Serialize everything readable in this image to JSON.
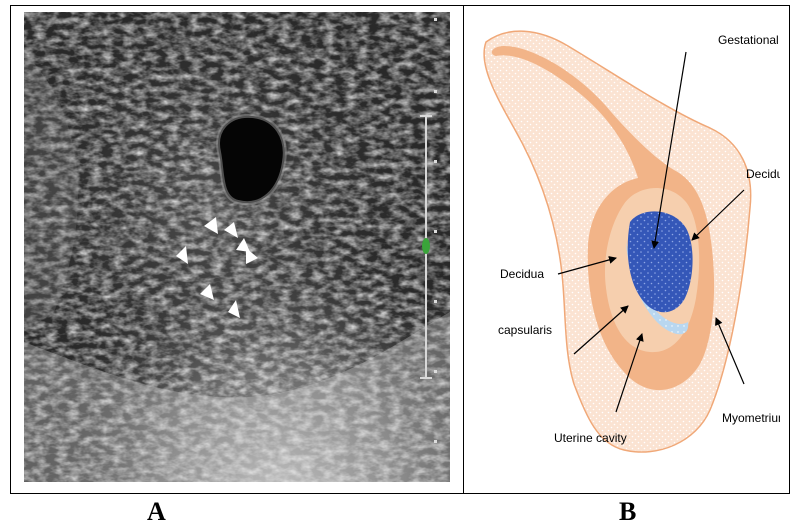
{
  "panels": [
    {
      "label": "A",
      "kind": "ultrasound-image"
    },
    {
      "label": "B",
      "kind": "schematic-diagram"
    }
  ],
  "diagram_labels": {
    "gestational": "Gestational",
    "decidua": "Decidua",
    "decidua_left": "Decidua",
    "capsularis": "capsularis",
    "uterine_cavity": "Uterine cavity",
    "myometrium": "Myometrium"
  },
  "colors": {
    "myometrium_fill": "#fbe3d2",
    "decidua_band": "#f2b488",
    "decidua_light": "#f6cfae",
    "gestational_sac": "#3457b8",
    "uterine_cavity": "#b9d7f0"
  },
  "icons": [
    "arrowhead-marker"
  ]
}
